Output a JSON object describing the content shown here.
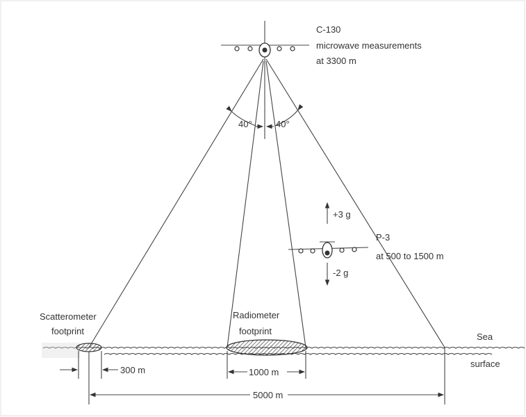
{
  "c130": {
    "name": "C-130",
    "line1": "microwave measurements",
    "line2": "at 3300 m"
  },
  "angles": {
    "left": "40°",
    "right": "40°"
  },
  "p3": {
    "name": "P-3",
    "altitude": "at 500 to 1500 m",
    "up_g": "+3 g",
    "down_g": "-2 g"
  },
  "scatterometer": {
    "line1": "Scatterometer",
    "line2": "footprint"
  },
  "radiometer": {
    "line1": "Radiometer",
    "line2": "footprint"
  },
  "sea": {
    "line1": "Sea",
    "line2": "surface"
  },
  "dimensions": {
    "scatter_width": "300 m",
    "radiometer_width": "1000 m",
    "swath": "5000 m"
  }
}
